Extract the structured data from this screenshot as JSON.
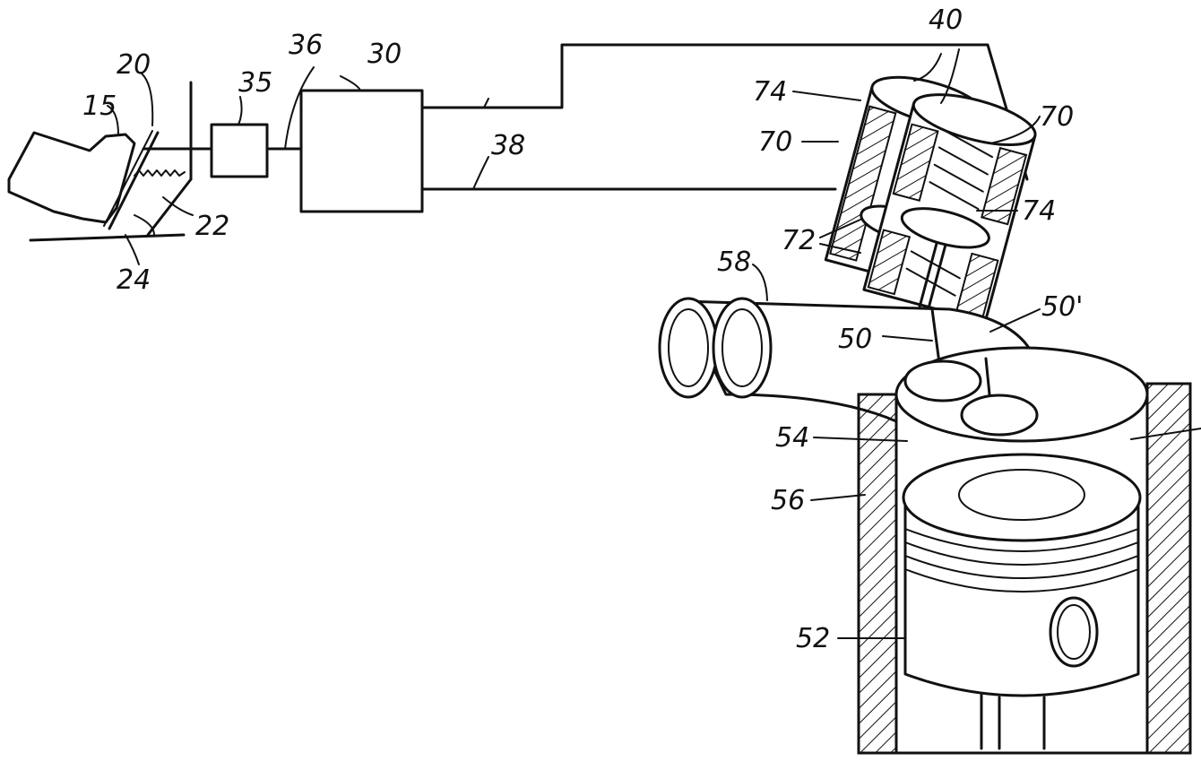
{
  "labels": {
    "l15": "15",
    "l20": "20",
    "l22": "22",
    "l24": "24",
    "l30": "30",
    "l35": "35",
    "l36": "36",
    "l38": "38",
    "l40": "40",
    "l50": "50",
    "l50p": "50'",
    "l52": "52",
    "l54": "54",
    "l56": "56",
    "l58": "58",
    "l70a": "70",
    "l70b": "70",
    "l72": "72",
    "l74a": "74",
    "l74b": "74"
  }
}
